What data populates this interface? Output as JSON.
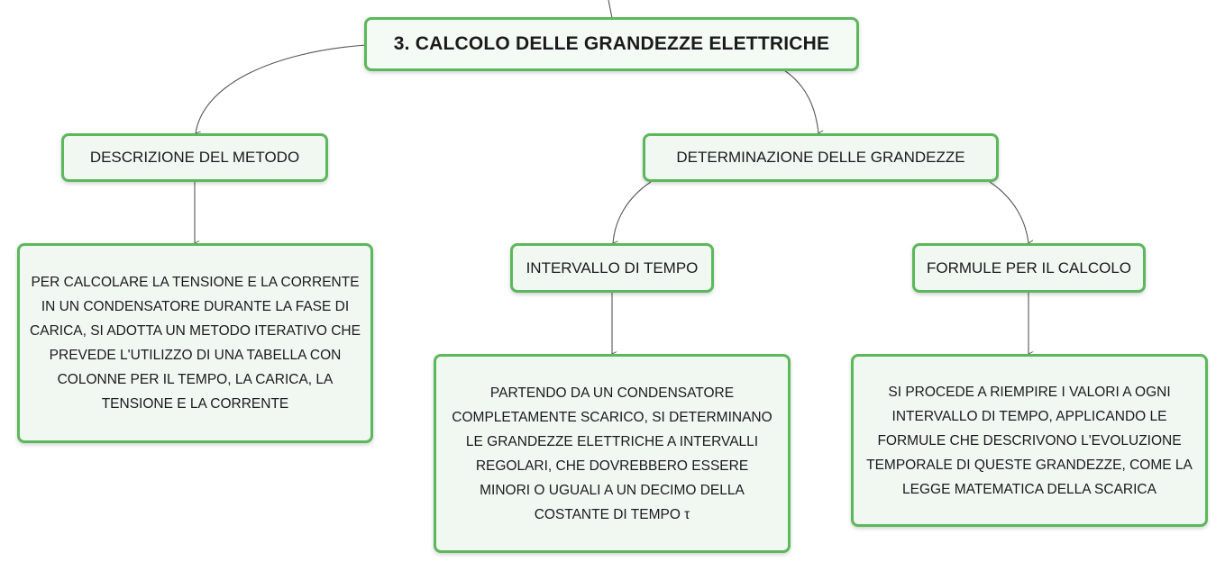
{
  "diagram": {
    "root": "3. CALCOLO DELLE GRANDEZZE ELETTRICHE",
    "method": "DESCRIZIONE DEL METODO",
    "method_text": "PER CALCOLARE LA TENSIONE E LA CORRENTE IN UN CONDENSATORE DURANTE LA FASE DI CARICA, SI ADOTTA UN METODO ITERATIVO CHE PREVEDE L'UTILIZZO DI UNA TABELLA CON COLONNE PER IL TEMPO, LA CARICA, LA TENSIONE E LA CORRENTE",
    "quantities": "DETERMINAZIONE DELLE GRANDEZZE",
    "interval": "INTERVALLO DI TEMPO",
    "interval_text": "PARTENDO DA UN CONDENSATORE COMPLETAMENTE SCARICO, SI DETERMINANO LE GRANDEZZE ELETTRICHE A INTERVALLI REGOLARI, CHE DOVREBBERO ESSERE MINORI O UGUALI A UN DECIMO DELLA COSTANTE DI TEMPO τ",
    "formulas": "FORMULE PER IL CALCOLO",
    "formulas_text": "SI PROCEDE A RIEMPIRE I VALORI A OGNI INTERVALLO DI TEMPO, APPLICANDO LE FORMULE CHE DESCRIVONO L'EVOLUZIONE TEMPORALE DI QUESTE GRANDEZZE, COME LA LEGGE MATEMATICA DELLA SCARICA"
  },
  "colors": {
    "border": "#5cb85c",
    "fill": "#f1f8f1",
    "line": "#555555"
  }
}
